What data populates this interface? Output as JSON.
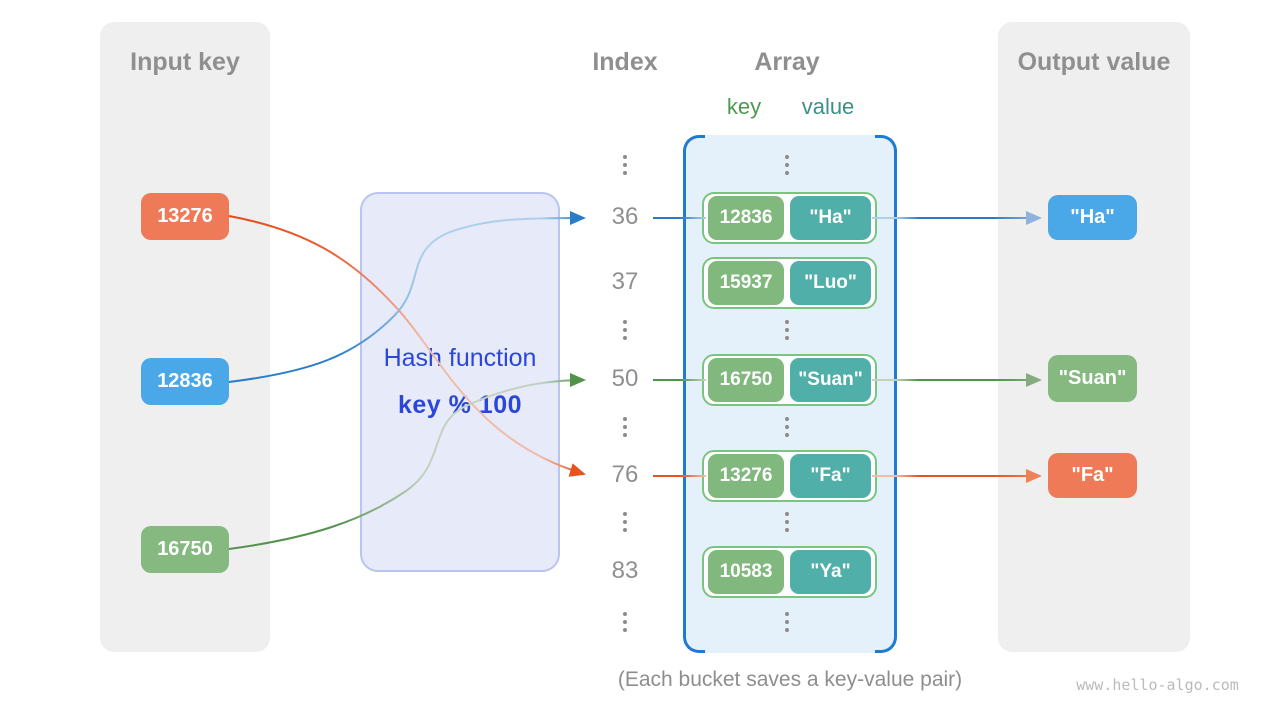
{
  "input_panel": {
    "title": "Input key",
    "keys": [
      {
        "value": "13276",
        "color": "#EE7A58"
      },
      {
        "value": "12836",
        "color": "#4AA7E8"
      },
      {
        "value": "16750",
        "color": "#85B97F"
      }
    ]
  },
  "hash_box": {
    "title": "Hash function",
    "formula": "key % 100"
  },
  "index_column": {
    "title": "Index",
    "values": [
      "36",
      "37",
      "50",
      "76",
      "83"
    ]
  },
  "array_column": {
    "title": "Array",
    "key_label": "key",
    "value_label": "value",
    "buckets": [
      {
        "key": "12836",
        "value": "\"Ha\""
      },
      {
        "key": "15937",
        "value": "\"Luo\""
      },
      {
        "key": "16750",
        "value": "\"Suan\""
      },
      {
        "key": "13276",
        "value": "\"Fa\""
      },
      {
        "key": "10583",
        "value": "\"Ya\""
      }
    ]
  },
  "output_panel": {
    "title": "Output value",
    "values": [
      {
        "text": "\"Ha\"",
        "color": "#4AA7E8"
      },
      {
        "text": "\"Suan\"",
        "color": "#85B97F"
      },
      {
        "text": "\"Fa\"",
        "color": "#EE7A58"
      }
    ]
  },
  "mappings": [
    {
      "input": "12836",
      "index": "36",
      "output": "\"Ha\"",
      "arrow_color": "#2B7CC7"
    },
    {
      "input": "16750",
      "index": "50",
      "output": "\"Suan\"",
      "arrow_color": "#4F9249"
    },
    {
      "input": "13276",
      "index": "76",
      "output": "\"Fa\"",
      "arrow_color": "#E8521D"
    }
  ],
  "caption": "(Each bucket saves a key-value pair)",
  "watermark": "www.hello-algo.com",
  "colors": {
    "panel_bg": "#EFEFEF",
    "hash_box_bg": "#E7EBF9",
    "hash_box_border": "#BAC4F0",
    "hash_text": "#2B46D8",
    "array_bg": "#E4F0FA",
    "array_bracket": "#1E7BD1",
    "bucket_border": "#79C47E",
    "bucket_key_bg": "#81B87D",
    "bucket_value_bg": "#50AFA8",
    "heading_gray": "#8F8F8F",
    "arrow_blue": "#2B7CC7",
    "arrow_green": "#4F9249",
    "arrow_orange": "#E8521D"
  }
}
